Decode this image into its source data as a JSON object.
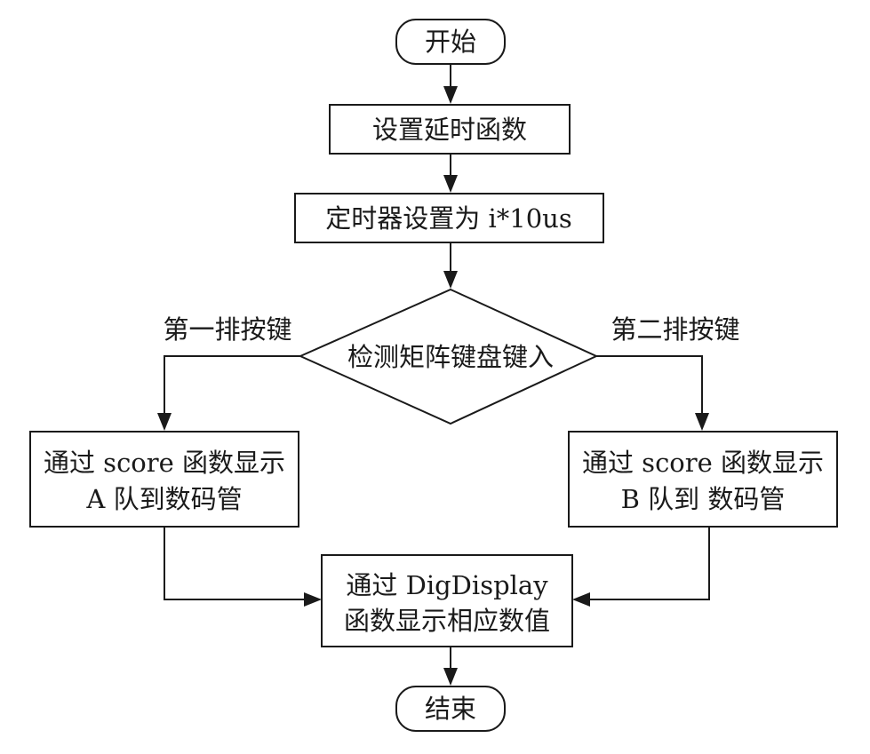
{
  "nodes": {
    "start": {
      "text": "开始"
    },
    "set_delay": {
      "text": "设置延时函数"
    },
    "set_timer": {
      "text": "定时器设置为 i*10us"
    },
    "detect": {
      "text": "检测矩阵键盘键入"
    },
    "show_a": {
      "line1": "通过 score 函数显示",
      "line2": "A 队到数码管"
    },
    "show_b": {
      "line1": "通过 score 函数显示",
      "line2": "B 队到 数码管"
    },
    "digdisplay": {
      "line1": "通过 DigDisplay",
      "line2": "函数显示相应数值"
    },
    "end": {
      "text": "结束"
    }
  },
  "edges": {
    "left_branch_label": "第一排按键",
    "right_branch_label": "第二排按键"
  }
}
